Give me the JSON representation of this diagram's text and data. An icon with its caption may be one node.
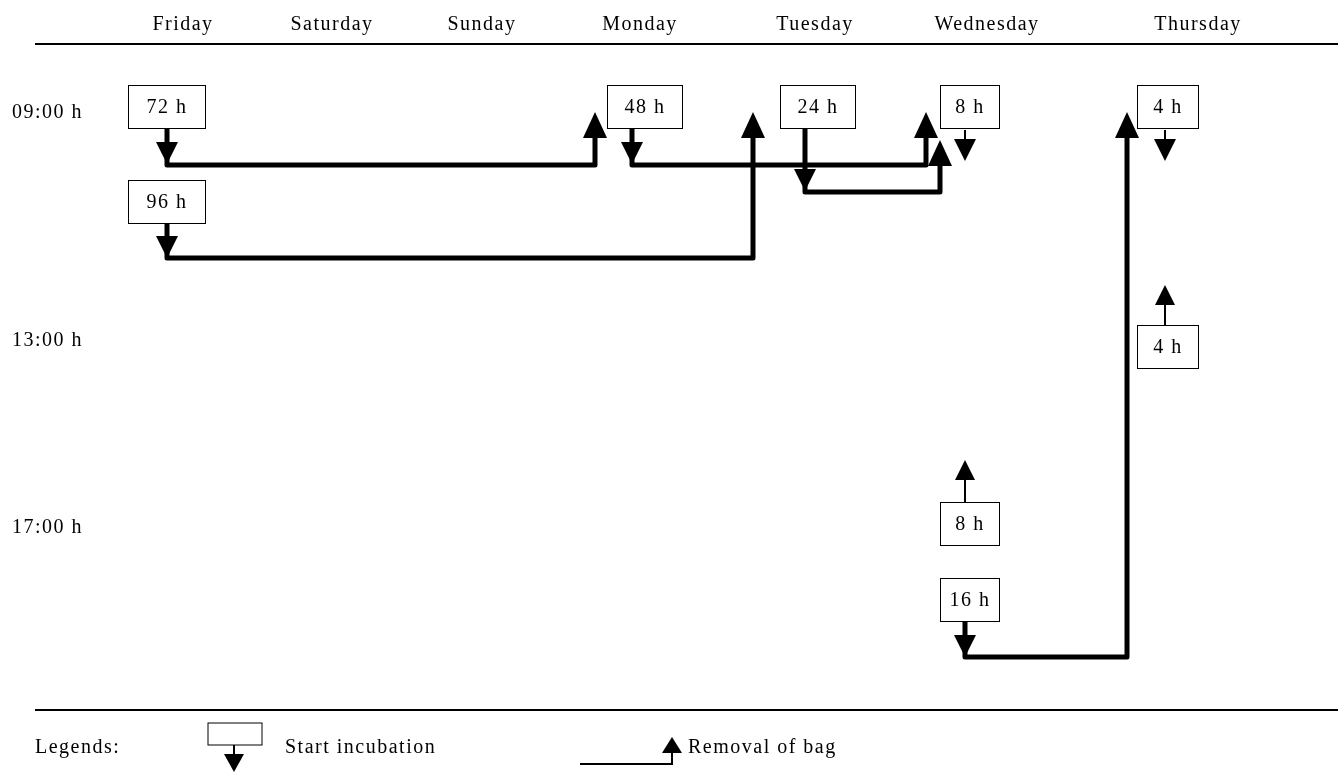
{
  "diagram": {
    "nodes": [
      {
        "text": [
          "72 h"
        ]
      },
      {
        "text": [
          "96 h"
        ]
      },
      {
        "text": [
          "48 h"
        ]
      },
      {
        "text": [
          "24 h"
        ]
      },
      {
        "text": [
          "8 h"
        ]
      },
      {
        "text": [
          "4 h"
        ]
      },
      {
        "text": [
          "4 h"
        ]
      },
      {
        "text": [
          "8 h"
        ]
      },
      {
        "text": [
          "16 h"
        ]
      }
    ],
    "edges": [
      {
        "from": 0,
        "to": 2,
        "arrow": "to"
      },
      {
        "from": 1,
        "to": 3,
        "arrow": "to"
      },
      {
        "from": 2,
        "to": 4,
        "arrow": "to"
      },
      {
        "from": 3,
        "to": 4,
        "arrow": "to"
      },
      {
        "from": 8,
        "to": 5,
        "arrow": "to"
      },
      {
        "from": 6,
        "to": null,
        "arrow": "to"
      },
      {
        "from": 7,
        "to": null,
        "arrow": "to"
      }
    ],
    "labels": [
      "Friday",
      "Saturday",
      "Sunday",
      "Monday",
      "Tuesday",
      "Wednesday",
      "Thursday",
      "09:00 h",
      "13:00 h",
      "17:00 h",
      "Legends:"
    ],
    "legend": [
      {
        "text": "Start incubation"
      },
      {
        "text": "Removal of bag"
      }
    ]
  }
}
